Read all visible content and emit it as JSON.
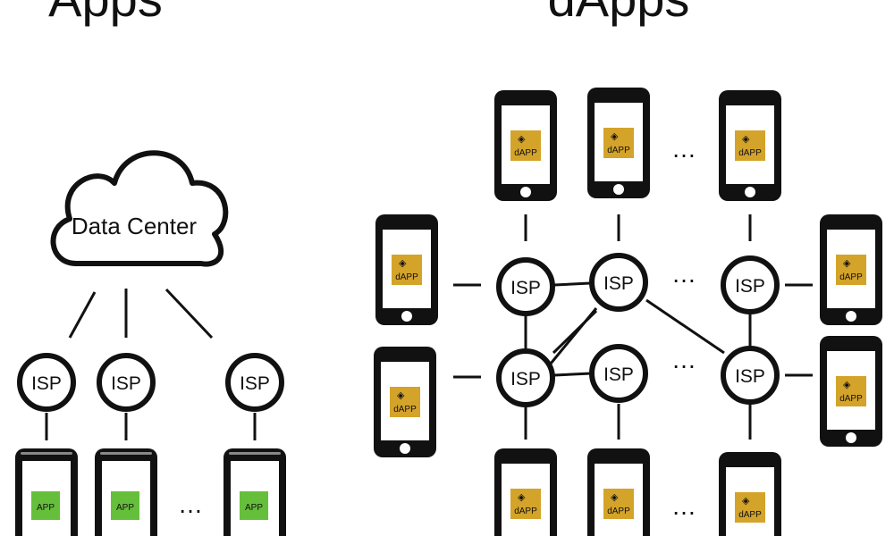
{
  "left": {
    "title": "Apps",
    "cloud_label": "Data Center",
    "isp_label": "ISP",
    "app_label": "APP",
    "ellipsis": "…"
  },
  "right": {
    "title": "dApps",
    "isp_label": "ISP",
    "dapp_label": "dAPP",
    "ellipsis": "…"
  },
  "colors": {
    "app_green": "#66bf3a",
    "dapp_gold": "#d4a32a",
    "phone_black": "#111111"
  },
  "icons": {
    "dapp_logo": "blockchain-node-icon"
  }
}
